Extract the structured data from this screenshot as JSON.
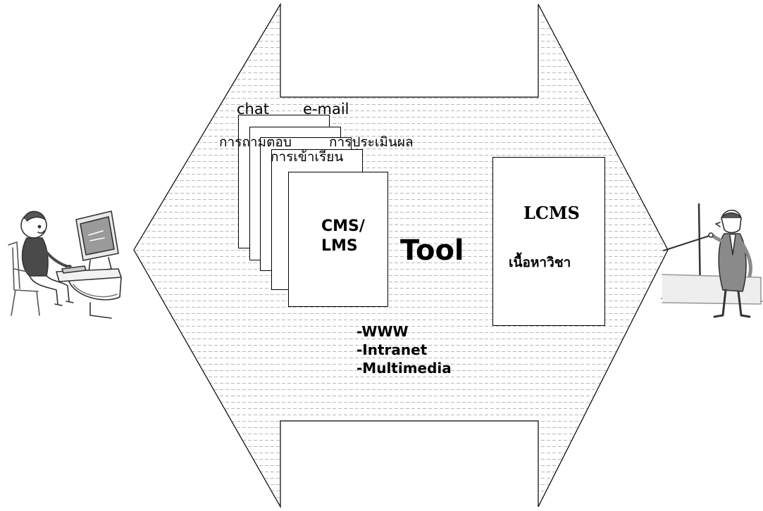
{
  "labels": {
    "chat": "chat",
    "email": "e-mail",
    "qa": "การถามตอบ",
    "evaluation": "การประเมินผล",
    "enroll": "การเข้าเรียน",
    "cms_line1": "CMS/",
    "cms_line2": "LMS",
    "tool": "Tool",
    "lcms": "LCMS",
    "content": "เนื้อหาวิชา",
    "tech": [
      "-WWW",
      "-Intranet",
      "-Multimedia"
    ]
  },
  "colors": {
    "stroke": "#000000",
    "pattern": "#bdbdbd",
    "fill": "#ffffff"
  },
  "figures": {
    "left": "student-at-computer-icon",
    "right": "teacher-with-pointer-icon"
  }
}
